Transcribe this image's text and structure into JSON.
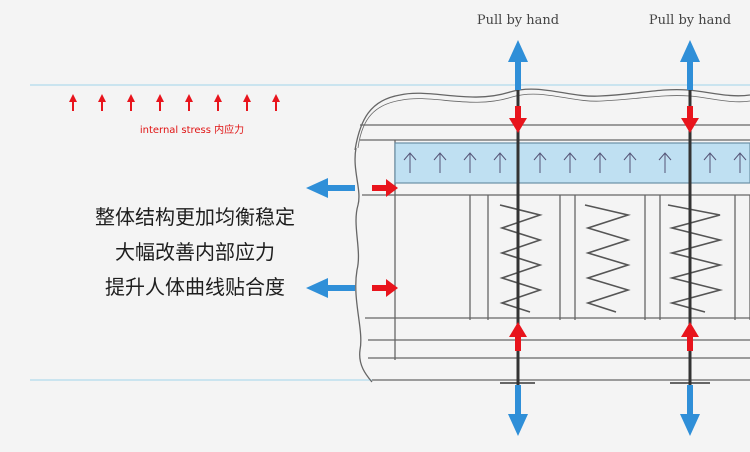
{
  "pull_labels": [
    "Pull by hand",
    "Pull by hand"
  ],
  "stress_label": "internal stress 内应力",
  "captions": [
    "整体结构更加均衡稳定",
    "大幅改善内部应力",
    "提升人体曲线贴合度"
  ],
  "colors": {
    "red_arrow": "#e8141c",
    "blue_arrow": "#2f8fd8",
    "foam_layer": "#bfe0f2",
    "guide_line": "#9fd4ea",
    "sketch_line": "#666666"
  }
}
